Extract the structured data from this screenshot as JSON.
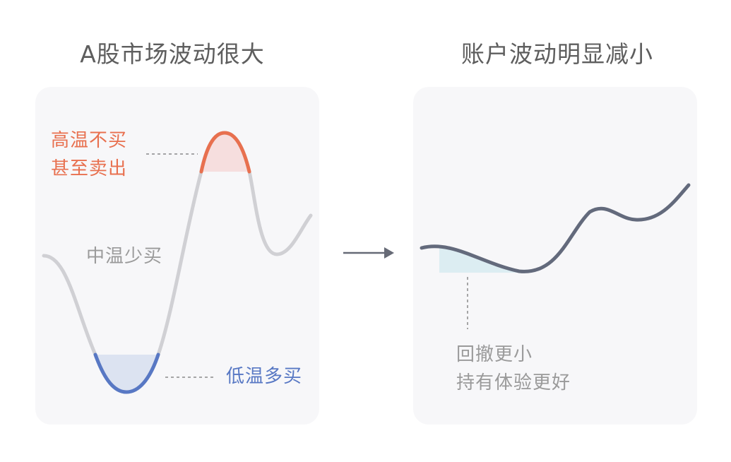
{
  "left": {
    "title": "A股市场波动很大",
    "labels": {
      "high_line1": "高温不买",
      "high_line2": "甚至卖出",
      "mid": "中温少买",
      "low": "低温多买"
    }
  },
  "right": {
    "title": "账户波动明显减小",
    "labels": {
      "line1": "回撤更小",
      "line2": "持有体验更好"
    }
  },
  "colors": {
    "title": "#5e5e5e",
    "panel_bg": "#f7f7f9",
    "curve_gray": "#d0d0d4",
    "high_orange": "#e8704f",
    "high_fill": "#f6dede",
    "low_blue": "#5878c4",
    "low_fill": "#dce3f1",
    "account_line": "#636a7c",
    "drawdown_fill": "#dcedf2",
    "label_gray": "#9a9a9a",
    "arrow": "#666a76"
  },
  "icons": {
    "flow_arrow": "right-arrow-icon"
  }
}
